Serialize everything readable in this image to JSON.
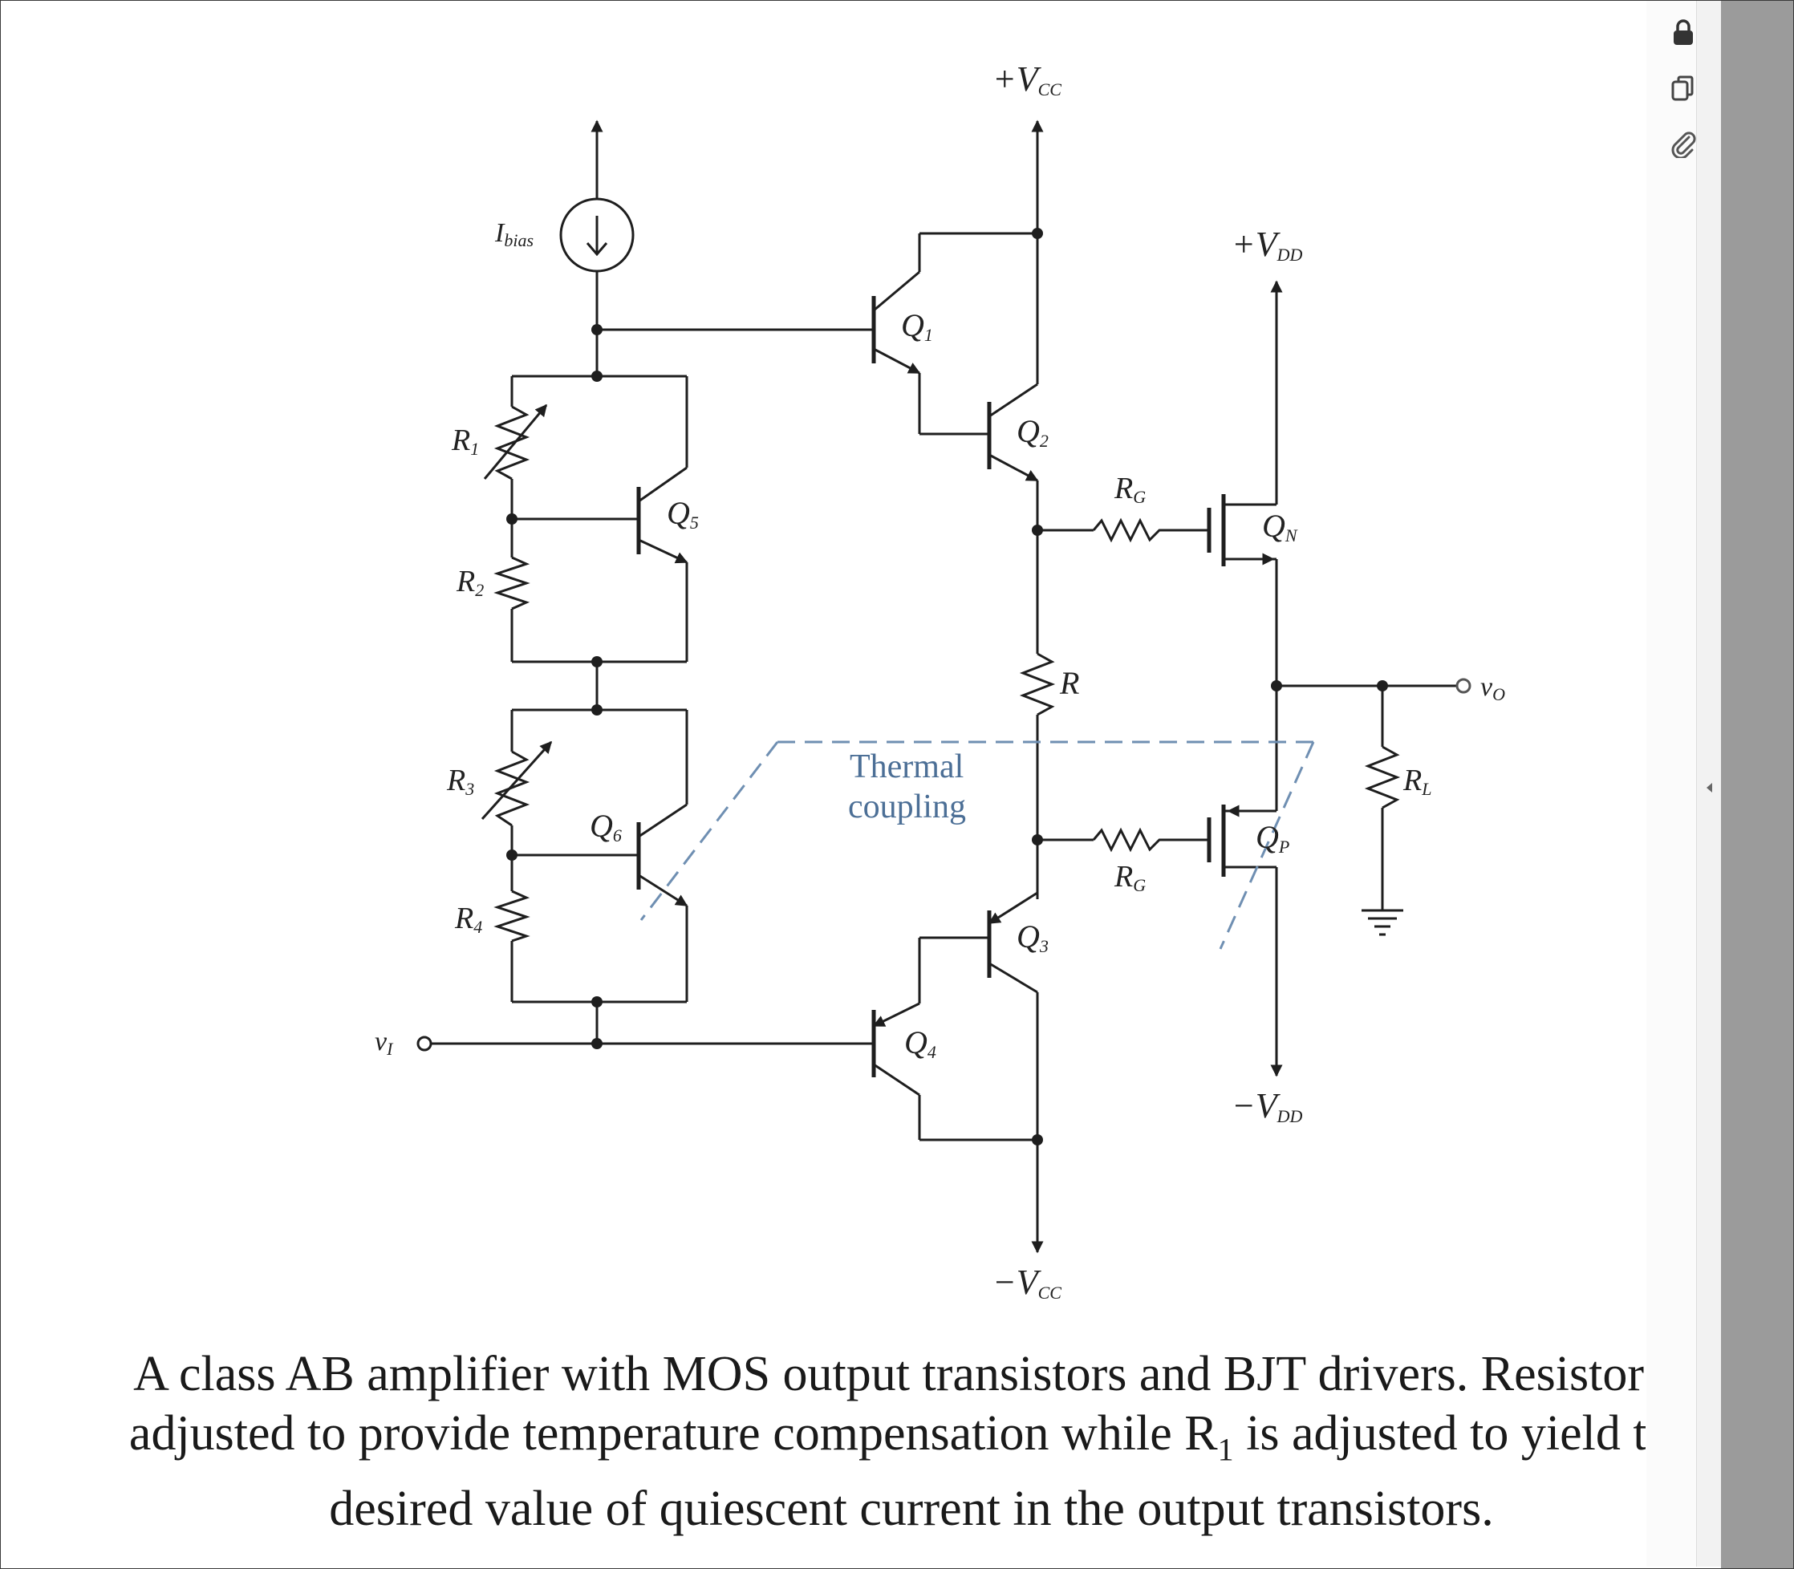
{
  "diagram": {
    "labels": {
      "vcc_pos": {
        "sign": "+",
        "main": "V",
        "sub": "CC"
      },
      "vcc_neg": {
        "sign": "−",
        "main": "V",
        "sub": "CC"
      },
      "vdd_pos": {
        "sign": "+",
        "main": "V",
        "sub": "DD"
      },
      "vdd_neg": {
        "sign": "−",
        "main": "V",
        "sub": "DD"
      },
      "ibias": {
        "main": "I",
        "sub": "bias"
      },
      "q1": {
        "main": "Q",
        "sub": "1"
      },
      "q2": {
        "main": "Q",
        "sub": "2"
      },
      "q3": {
        "main": "Q",
        "sub": "3"
      },
      "q4": {
        "main": "Q",
        "sub": "4"
      },
      "q5": {
        "main": "Q",
        "sub": "5"
      },
      "q6": {
        "main": "Q",
        "sub": "6"
      },
      "qn": {
        "main": "Q",
        "sub": "N"
      },
      "qp": {
        "main": "Q",
        "sub": "P"
      },
      "r1": {
        "main": "R",
        "sub": "1"
      },
      "r2": {
        "main": "R",
        "sub": "2"
      },
      "r3": {
        "main": "R",
        "sub": "3"
      },
      "r4": {
        "main": "R",
        "sub": "4"
      },
      "rg_top": {
        "main": "R",
        "sub": "G"
      },
      "rg_bottom": {
        "main": "R",
        "sub": "G"
      },
      "r": {
        "main": "R"
      },
      "rl": {
        "main": "R",
        "sub": "L"
      },
      "vi": {
        "main": "v",
        "sub": "I"
      },
      "vo": {
        "main": "v",
        "sub": "O"
      }
    },
    "thermal_coupling": [
      "Thermal",
      "coupling"
    ]
  },
  "caption": {
    "line1": "A class AB amplifier with MOS output transistors and BJT drivers.  Resistor R",
    "line2_before": "adjusted to provide temperature compensation while R",
    "line2_sub": "1",
    "line2_after": " is adjusted to yield the",
    "line3": "desired value of quiescent current in the output transistors."
  },
  "toolbar": {
    "icons": [
      "lock-icon",
      "copy-icon",
      "paperclip-icon"
    ],
    "collapse_icon": "chevron-left-icon"
  },
  "colors": {
    "wire": "#1e1e1e",
    "thermal": "#6f8fb2",
    "side_panel": "#9b9b9b"
  }
}
